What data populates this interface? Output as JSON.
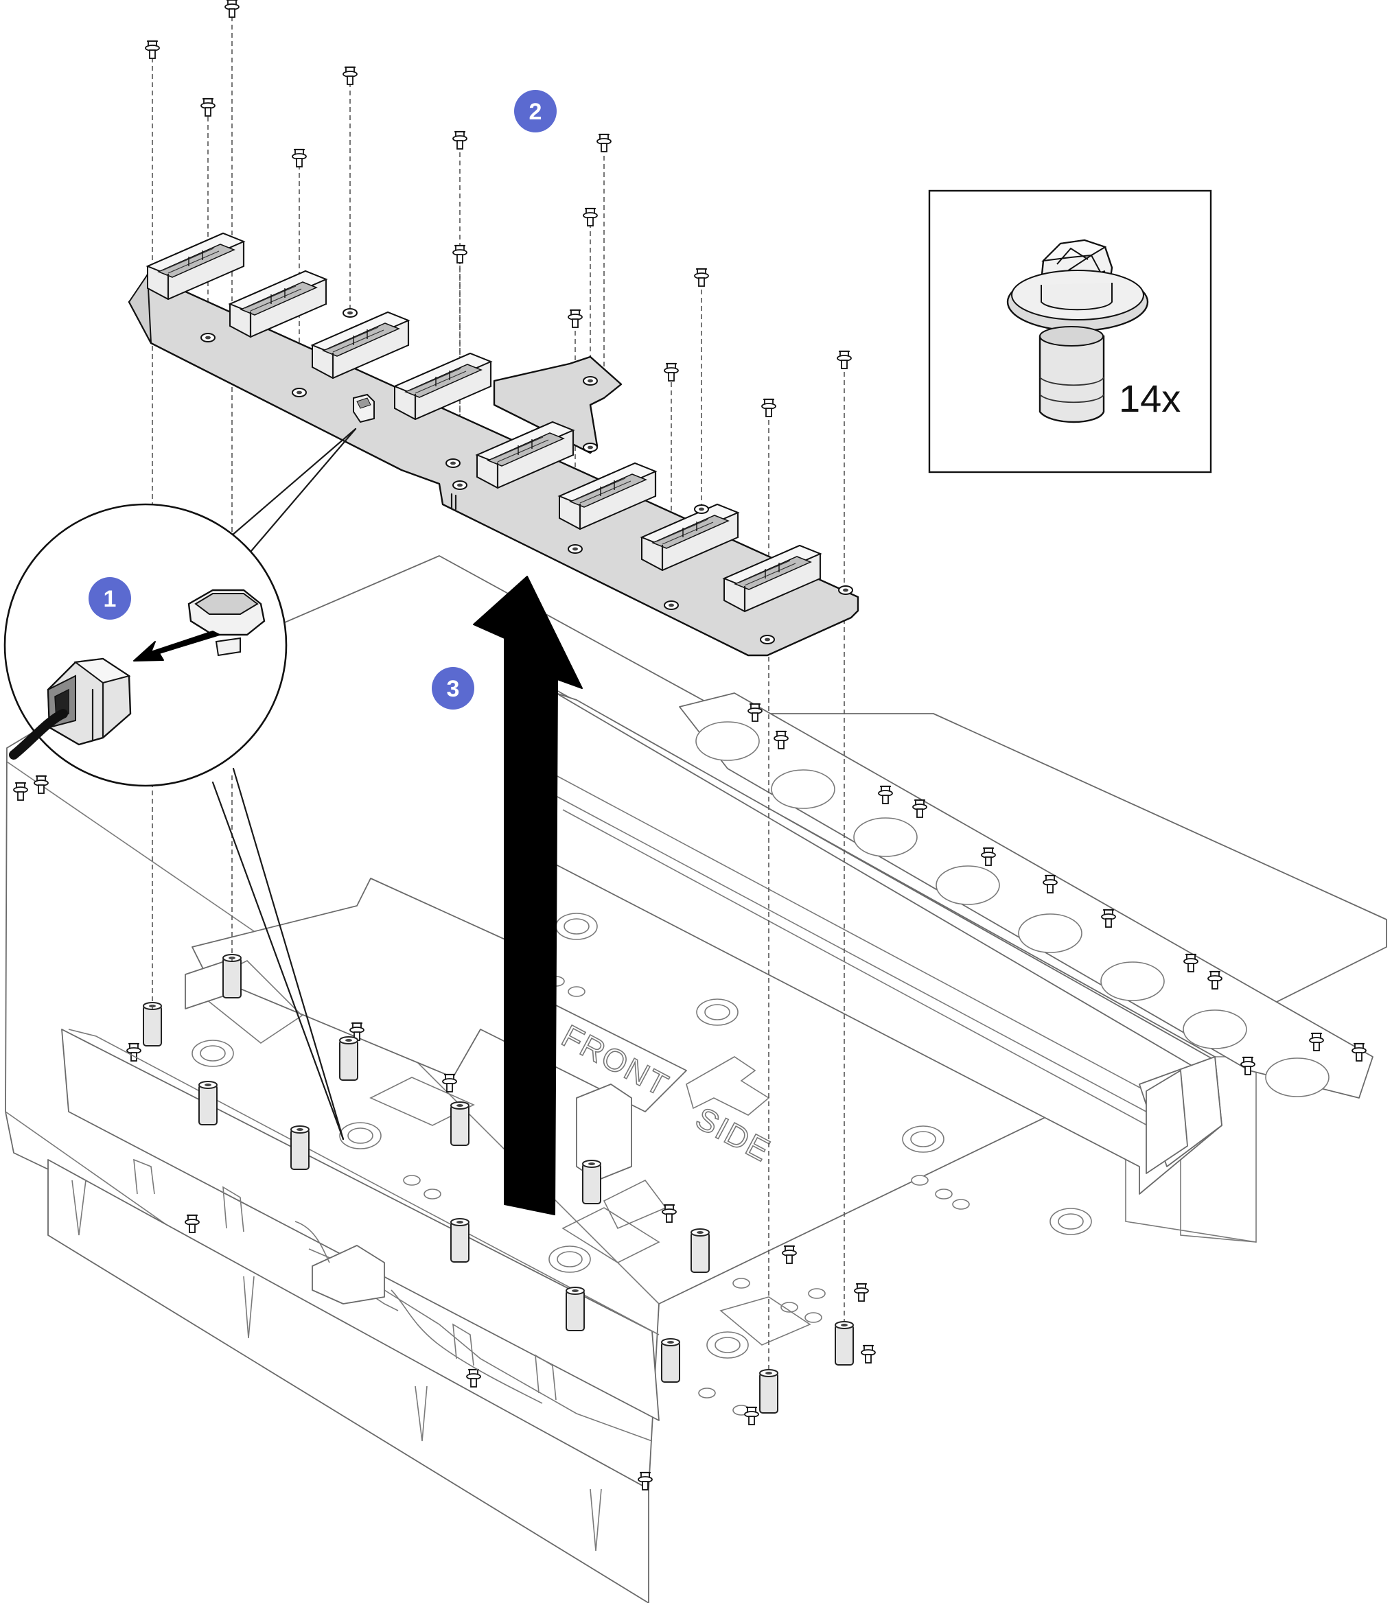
{
  "steps": [
    {
      "number": "1"
    },
    {
      "number": "2"
    },
    {
      "number": "3"
    }
  ],
  "screw_callout": {
    "count_label": "14x",
    "part": "screw"
  },
  "tray_marking": {
    "line1": "FRONT",
    "line2": "SIDE"
  },
  "colors": {
    "step_badge": "#5b6ad0",
    "board": "#d9d9d9",
    "line": "#1a1a1a",
    "tray": "#7a7a7a"
  }
}
